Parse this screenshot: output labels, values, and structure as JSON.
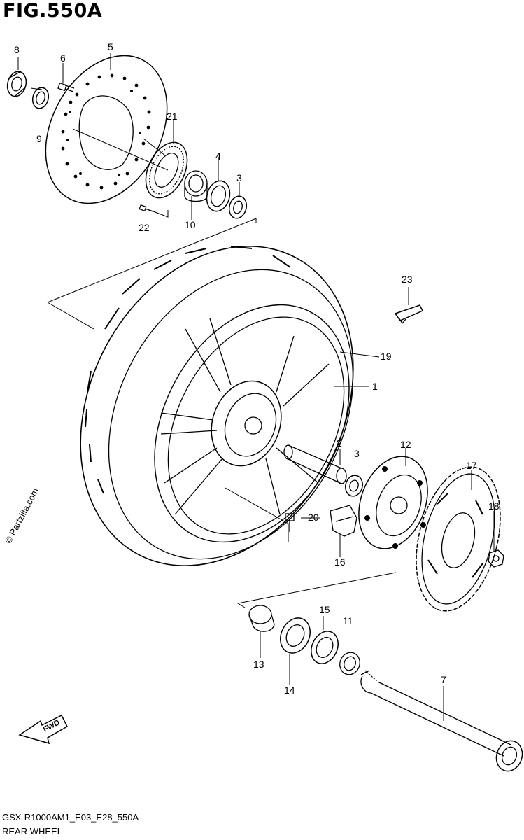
{
  "figure_title": "FIG.550A",
  "diagram_code": "GSX-R1000AM1_E03_E28_550A",
  "caption": "REAR WHEEL",
  "watermark": "© Partzilla.com",
  "fwd_label": "FWD",
  "callouts": {
    "c1": "1",
    "c2": "2",
    "c3a": "3",
    "c3b": "3",
    "c4": "4",
    "c5": "5",
    "c6": "6",
    "c7": "7",
    "c8": "8",
    "c9": "9",
    "c10": "10",
    "c11": "11",
    "c12": "12",
    "c13": "13",
    "c14": "14",
    "c15": "15",
    "c16": "16",
    "c17": "17",
    "c18": "18",
    "c19": "19",
    "c20": "20",
    "c21": "21",
    "c22": "22",
    "c23": "23"
  }
}
